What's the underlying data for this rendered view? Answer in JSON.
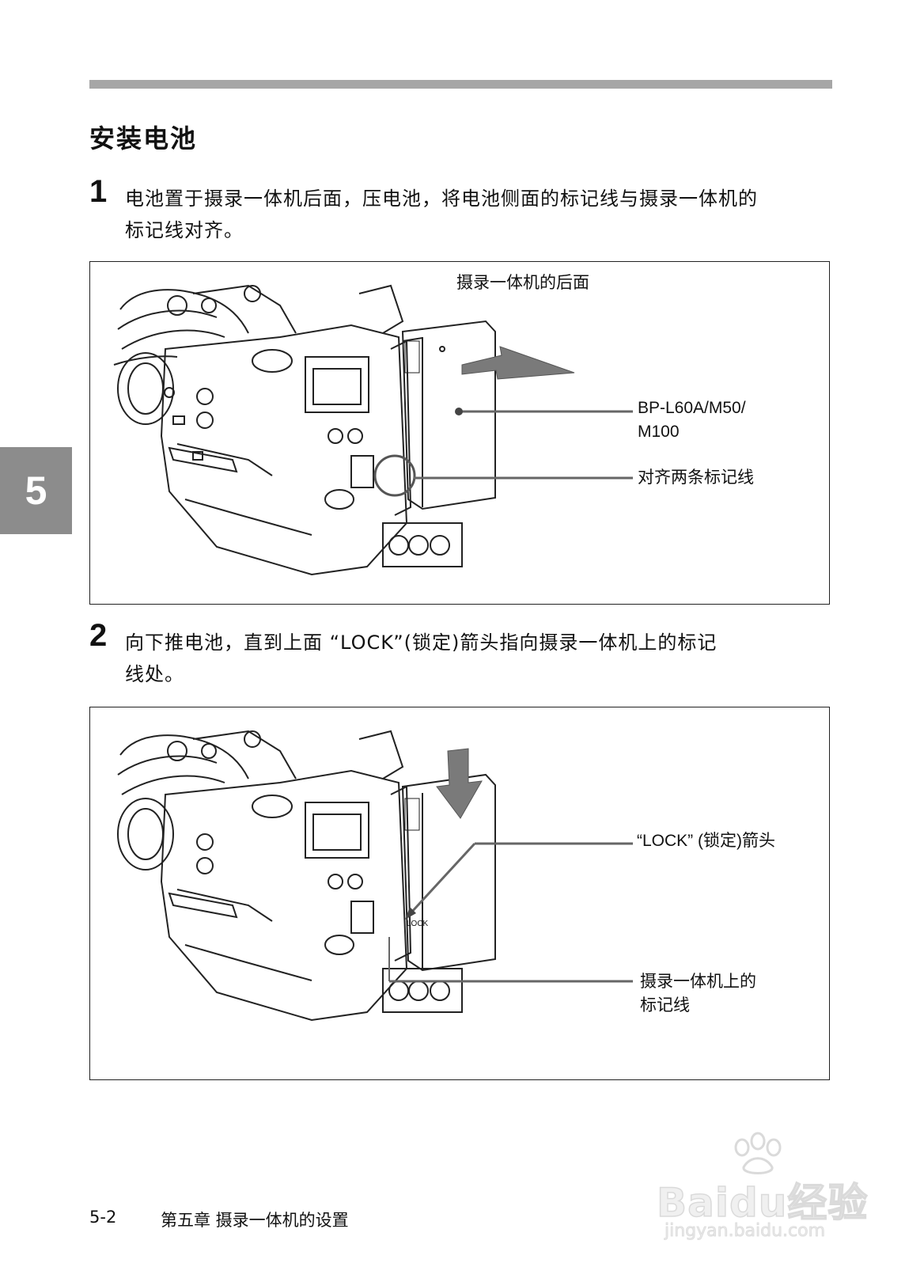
{
  "section": {
    "title": "安装电池"
  },
  "steps": [
    {
      "number": "1",
      "line1": "电池置于摄录一体机后面，压电池，将电池侧面的标记线与摄录一体机的",
      "line2": "标记线对齐。"
    },
    {
      "number": "2",
      "line1": "向下推电池，直到上面 “LOCK”(锁定)箭头指向摄录一体机上的标记",
      "line2": "线处。"
    }
  ],
  "figure1": {
    "label_rear": "摄录一体机的后面",
    "label_battery_1": "BP-L60A/M50/",
    "label_battery_2": "M100",
    "label_align": "对齐两条标记线"
  },
  "figure2": {
    "label_lock": "“LOCK” (锁定)箭头",
    "label_mark_1": "摄录一体机上的",
    "label_mark_2": "标记线",
    "battery_text": "LOCK"
  },
  "chapter_tab": "5",
  "footer": {
    "page": "5-2",
    "chapter": "第五章  摄录一体机的设置"
  },
  "watermark": {
    "brand": "Baidu经验",
    "url": "jingyan.baidu.com"
  }
}
